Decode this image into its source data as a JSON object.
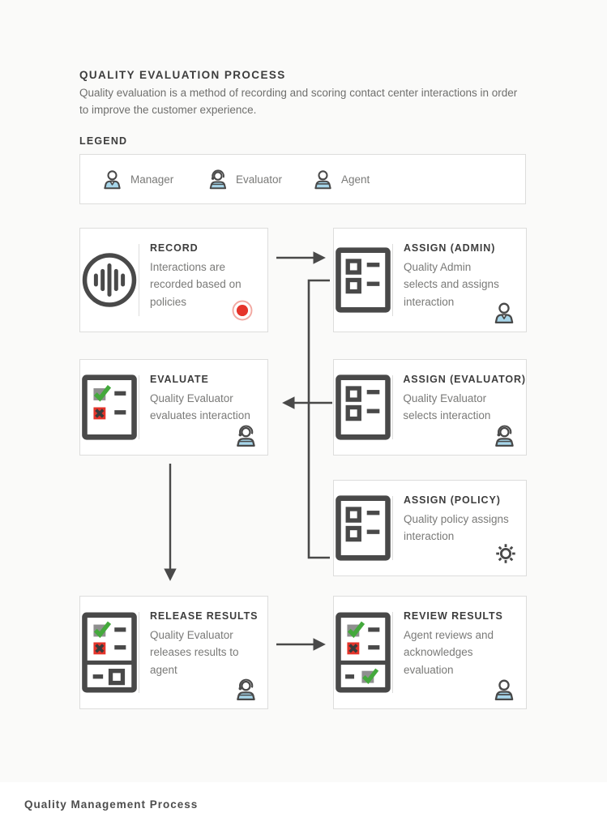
{
  "header": {
    "title": "QUALITY EVALUATION PROCESS",
    "description": "Quality evaluation is a method of recording and scoring contact center interactions in order\nto improve the customer experience.",
    "legend_label": "LEGEND"
  },
  "legend": {
    "items": [
      {
        "label": "Manager",
        "icon": "manager-icon"
      },
      {
        "label": "Evaluator",
        "icon": "evaluator-icon"
      },
      {
        "label": "Agent",
        "icon": "agent-icon"
      }
    ]
  },
  "boxes": [
    {
      "id": "record",
      "title": "RECORD",
      "description": "Interactions are\nrecorded based on\npolicies",
      "main_icon": "audio-waveform-icon",
      "corner_icon": "record-indicator-icon"
    },
    {
      "id": "assign-admin",
      "title": "ASSIGN (ADMIN)",
      "description": "Quality Admin\nselects and assigns\ninteraction",
      "main_icon": "checklist-icon",
      "corner_icon": "manager-icon"
    },
    {
      "id": "evaluate",
      "title": "EVALUATE",
      "description": "Quality Evaluator\nevaluates interaction",
      "main_icon": "evaluation-checklist-icon",
      "corner_icon": "evaluator-icon"
    },
    {
      "id": "assign-evaluator",
      "title": "ASSIGN (EVALUATOR)",
      "description": "Quality Evaluator\nselects interaction",
      "main_icon": "checklist-icon",
      "corner_icon": "evaluator-icon"
    },
    {
      "id": "assign-policy",
      "title": "ASSIGN (POLICY)",
      "description": "Quality policy assigns\ninteraction",
      "main_icon": "checklist-icon",
      "corner_icon": "gear-icon"
    },
    {
      "id": "release-results",
      "title": "RELEASE RESULTS",
      "description": "Quality Evaluator\nreleases results to\nagent",
      "main_icon": "results-checklist-icon",
      "corner_icon": "evaluator-icon"
    },
    {
      "id": "review-results",
      "title": "REVIEW RESULTS",
      "description": "Agent reviews and\nacknowledges\nevaluation",
      "main_icon": "results-acknowledged-checklist-icon",
      "corner_icon": "agent-icon"
    }
  ],
  "footer": {
    "title": "Quality Management Process"
  },
  "colors": {
    "background": "#fafaf9",
    "box_border": "#dddddc",
    "icon_dark": "#494949",
    "title_text": "#3d3d3d",
    "body_text": "#7a7a78",
    "accent_blue": "#a7d6ea",
    "accent_red": "#e5342a",
    "accent_green": "#44a93c",
    "record_ring": "#f2a9a2",
    "arrow": "#494949"
  }
}
